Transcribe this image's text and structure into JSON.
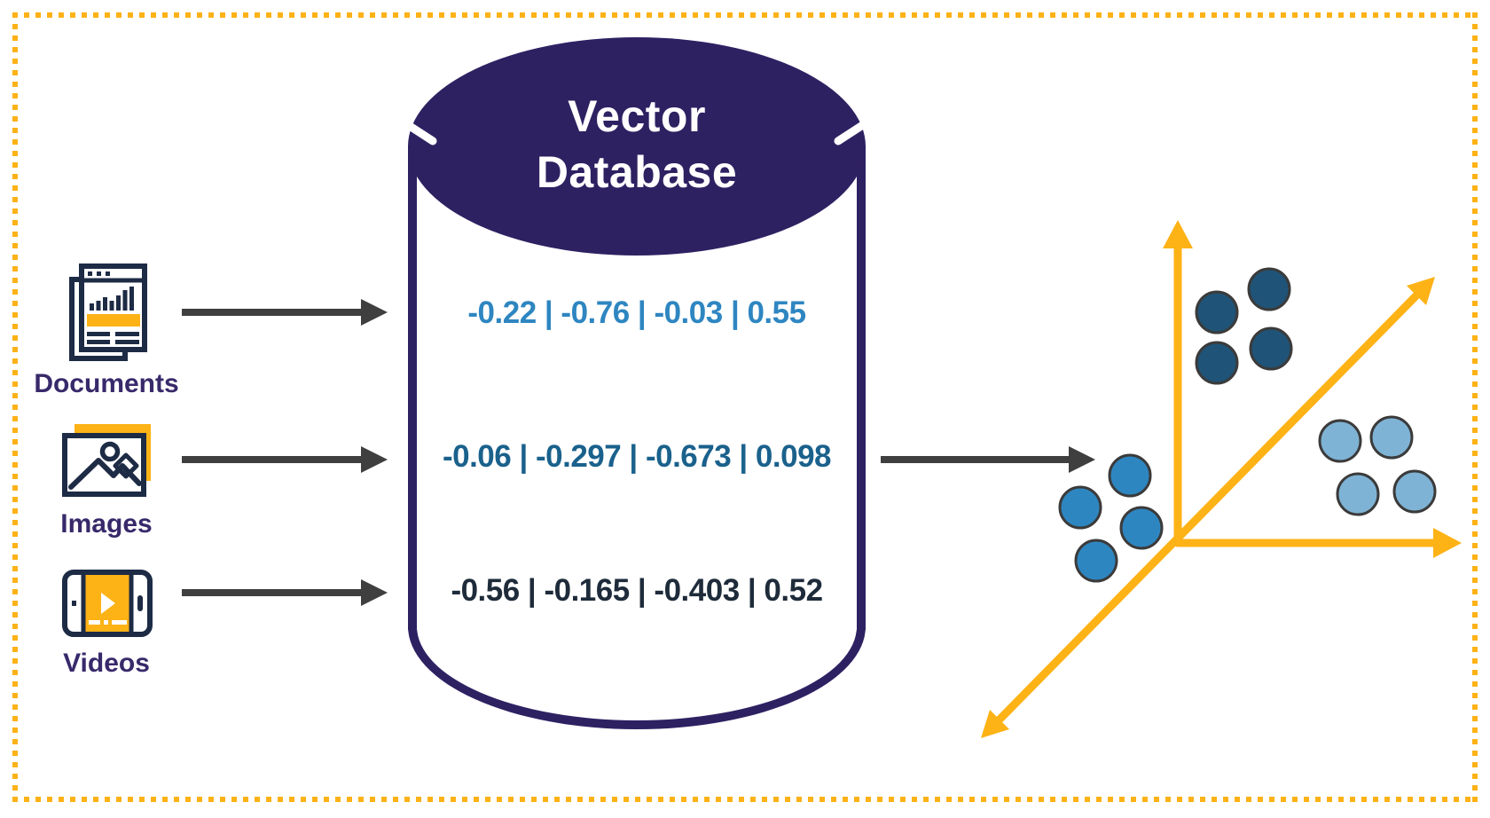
{
  "database": {
    "title_line1": "Vector",
    "title_line2": "Database",
    "vector_rows": [
      {
        "text": "-0.22 | -0.76 | -0.03 | 0.55",
        "color": "#2e86c1"
      },
      {
        "text": "-0.06 | -0.297 | -0.673 | 0.098",
        "color": "#1a618c"
      },
      {
        "text": "-0.56 | -0.165 | -0.403 | 0.52",
        "color": "#1e2b3a"
      }
    ]
  },
  "sources": [
    {
      "label": "Documents",
      "icon": "documents-icon"
    },
    {
      "label": "Images",
      "icon": "images-icon"
    },
    {
      "label": "Videos",
      "icon": "videos-icon"
    }
  ],
  "embedding_plot": {
    "type": "scatter-3d-illustration",
    "axes": {
      "color": "#fdb216",
      "count": 3
    },
    "clusters": [
      {
        "position": "top",
        "color": "#1f5377",
        "count": 4
      },
      {
        "position": "left",
        "color": "#2e86c1",
        "count": 4
      },
      {
        "position": "right",
        "color": "#7fb3d5",
        "count": 4
      }
    ]
  },
  "colors": {
    "cylinder_purple": "#2e2162",
    "accent_yellow": "#fdb216",
    "arrow_gray": "#3f3f3f",
    "label_purple": "#38296b",
    "icon_outline_navy": "#1d2b45",
    "border_dotted": "#fdb216"
  }
}
